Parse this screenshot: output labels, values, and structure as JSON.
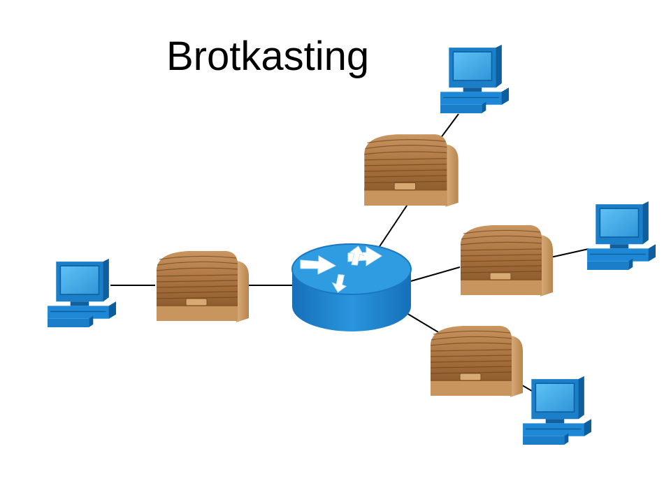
{
  "diagram": {
    "title": "Brotkasting",
    "nodes": [
      {
        "id": "router",
        "kind": "router"
      },
      {
        "id": "breadbox-left",
        "kind": "breadbox"
      },
      {
        "id": "breadbox-top",
        "kind": "breadbox"
      },
      {
        "id": "breadbox-right",
        "kind": "breadbox"
      },
      {
        "id": "breadbox-bottom",
        "kind": "breadbox"
      },
      {
        "id": "computer-left",
        "kind": "computer"
      },
      {
        "id": "computer-top",
        "kind": "computer"
      },
      {
        "id": "computer-right",
        "kind": "computer"
      },
      {
        "id": "computer-bottom",
        "kind": "computer"
      }
    ],
    "edges": [
      [
        "computer-left",
        "breadbox-left"
      ],
      [
        "breadbox-left",
        "router"
      ],
      [
        "router",
        "breadbox-top"
      ],
      [
        "breadbox-top",
        "computer-top"
      ],
      [
        "router",
        "breadbox-right"
      ],
      [
        "breadbox-right",
        "computer-right"
      ],
      [
        "router",
        "breadbox-bottom"
      ],
      [
        "breadbox-bottom",
        "computer-bottom"
      ]
    ],
    "colors": {
      "computer": "#1e88d6",
      "computer_dark": "#0c5e9e",
      "router": "#1e7fc8",
      "router_top": "#2f9be0",
      "wood": "#b07a43",
      "wood_dark": "#7a4f25",
      "link": "#000000"
    }
  }
}
